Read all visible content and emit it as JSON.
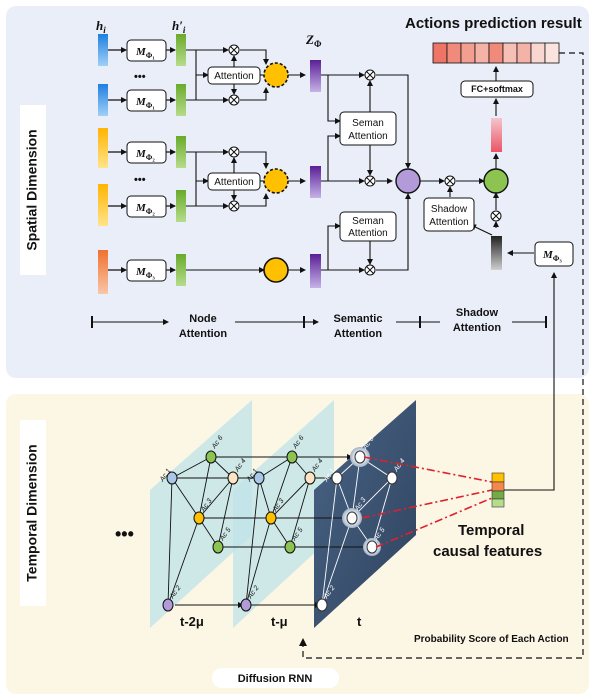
{
  "labels": {
    "spatial_dimension": "Spatial Dimension",
    "temporal_dimension": "Temporal Dimension",
    "actions_prediction_result": "Actions prediction result",
    "h_i": "h",
    "h_i_sub": "i",
    "h_prime": "h′",
    "h_prime_sub": "i",
    "z_phi": "Z",
    "z_phi_sub": "Φ",
    "m_phi1": "M",
    "m_phi1_sub": "Φ₁",
    "m_phi2": "M",
    "m_phi2_sub": "Φ₂",
    "m_phi3": "M",
    "m_phi3_sub": "Φ₃",
    "attention": "Attention",
    "seman_attention_1": "Seman",
    "seman_attention_2": "Attention",
    "shadow_attention_1": "Shadow",
    "shadow_attention_2": "Attention",
    "fc_softmax": "FC+softmax",
    "node_attention_1": "Node",
    "node_attention_2": "Attention",
    "semantic_attention_1": "Semantic",
    "semantic_attention_2": "Attention",
    "shadow_range_1": "Shadow",
    "shadow_range_2": "Attention",
    "ellipsis": "•••",
    "dots": "•••",
    "temporal_causal_1": "Temporal",
    "temporal_causal_2": "causal features",
    "t_minus_2mu": "t-2μ",
    "t_minus_mu": "t-μ",
    "t": "t",
    "probability_score": "Probability Score of Each Action",
    "diffusion_rnn": "Diffusion RNN",
    "ac1": "Ac 1",
    "ac2": "Ac 2",
    "ac3": "Ac 3",
    "ac4": "Ac 4",
    "ac5": "Ac 5",
    "ac6": "Ac 6"
  },
  "colors": {
    "spatial_bg": "#e9eef8",
    "temporal_bg": "#fcf6e4",
    "blue": "#3d8fe0",
    "yellow": "#ffc000",
    "orange": "#f4874b",
    "green": "#8dc350",
    "purple": "#7030a0",
    "lavender": "#a98ed6",
    "pink": "#f07f8a",
    "gray": "#404040",
    "slate": "#3f5878",
    "cyan": "#cfecef"
  }
}
